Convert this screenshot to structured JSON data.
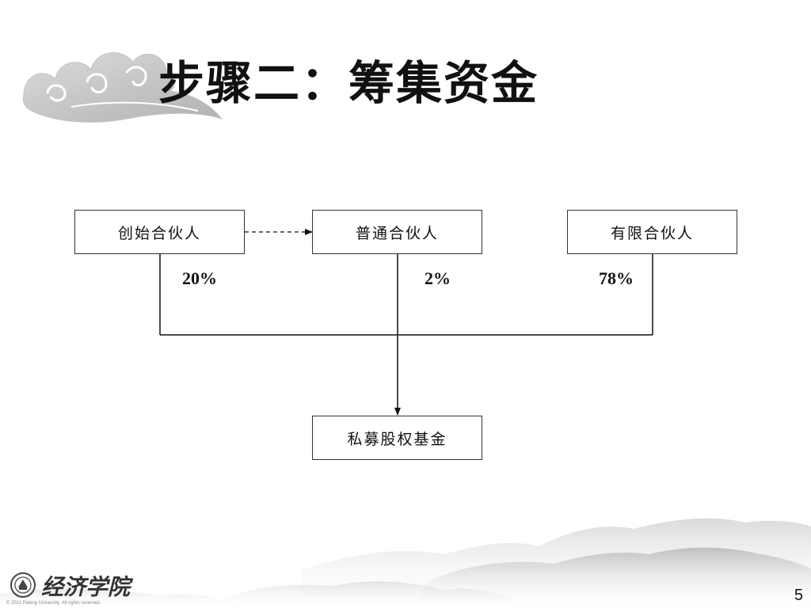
{
  "slide": {
    "title": "步骤二：筹集资金",
    "page_number": "5",
    "footer": {
      "logo_text": "经济学院",
      "copyright": "© 2011 Peking University. All rights reserved."
    }
  },
  "diagram": {
    "nodes": {
      "founding_partner": "创始合伙人",
      "general_partner": "普通合伙人",
      "limited_partner": "有限合伙人",
      "pe_fund": "私募股权基金"
    },
    "shares": {
      "founding_partner": "20%",
      "general_partner": "2%",
      "limited_partner": "78%"
    }
  },
  "colors": {
    "line": "#111111",
    "box_border": "#333333",
    "decoration": "#c9c9c9"
  }
}
